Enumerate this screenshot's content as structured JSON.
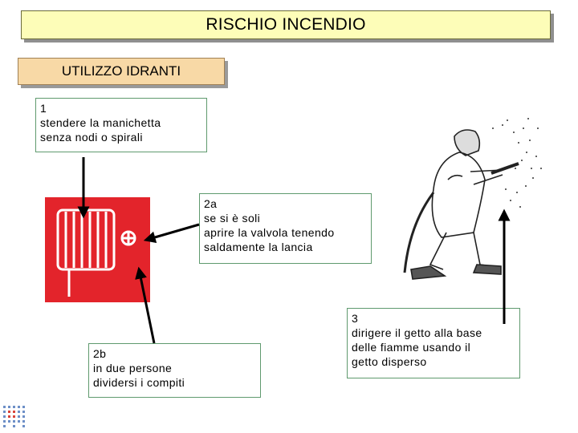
{
  "header": {
    "title": "RISCHIO INCENDIO"
  },
  "section": {
    "title": "UTILIZZO IDRANTI"
  },
  "steps": {
    "step1": {
      "lines": [
        "1",
        "stendere la manichetta",
        "senza nodi o spirali"
      ]
    },
    "step2a": {
      "lines": [
        "2a",
        "se si è soli",
        "aprire la valvola tenendo",
        "saldamente la lancia"
      ]
    },
    "step2b": {
      "lines": [
        "2b",
        "in due persone",
        "dividersi i compiti"
      ]
    },
    "step3": {
      "lines": [
        "3",
        "dirigere il getto alla base",
        "delle fiamme usando il",
        "getto disperso"
      ]
    }
  },
  "colors": {
    "title_bg": "#fdfdb8",
    "section_bg": "#f8d9a6",
    "hydrant_sign_red": "#e3242b",
    "note_border": "#5f9a6e"
  },
  "icons": [
    "hydrant-hose-reel-icon",
    "firefighter-illustration",
    "grid-logo-icon"
  ]
}
